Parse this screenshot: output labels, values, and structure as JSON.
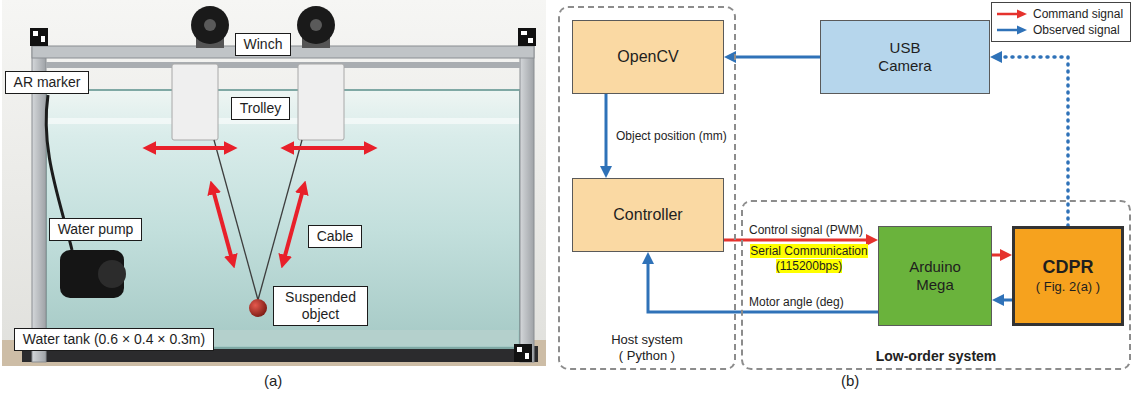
{
  "diagram": {
    "nodes": [
      {
        "text": [
          "Winch"
        ]
      },
      {
        "text": [
          "AR marker"
        ]
      },
      {
        "text": [
          "Trolley"
        ]
      },
      {
        "text": [
          "Water pump"
        ]
      },
      {
        "text": [
          "Cable"
        ]
      },
      {
        "text": [
          "Suspended object"
        ]
      },
      {
        "text": [
          "Water tank (0.6 × 0.4 × 0.3m)"
        ]
      },
      {
        "text": [
          "Host system ( Python )"
        ]
      },
      {
        "text": [
          "OpenCV"
        ],
        "in": 7
      },
      {
        "text": [
          "Controller"
        ],
        "in": 7
      },
      {
        "text": [
          "USB Camera"
        ]
      },
      {
        "text": [
          "Low-order system"
        ]
      },
      {
        "text": [
          "Arduino Mega"
        ],
        "in": 11
      },
      {
        "text": [
          "CDPR",
          "( Fig. 2(a) )"
        ],
        "in": 11
      }
    ],
    "edges": [
      {
        "from": 10,
        "to": 8,
        "arrow": "to"
      },
      {
        "from": 8,
        "to": 9,
        "label": "Object position (mm)",
        "arrow": "to"
      },
      {
        "from": 9,
        "to": 12,
        "label": "Control signal (PWM)",
        "arrow": "to"
      },
      {
        "from": 12,
        "to": 13,
        "arrow": "to"
      },
      {
        "from": 13,
        "to": 12,
        "arrow": "to"
      },
      {
        "from": 12,
        "to": 9,
        "label": "Motor angle (deg)",
        "arrow": "to"
      },
      {
        "from": 13,
        "to": 10,
        "arrow": "to"
      }
    ],
    "labels": [
      "Serial Communication (115200bps)",
      "(a)",
      "(b)"
    ],
    "legend": [
      {
        "text": "Command signal"
      },
      {
        "text": "Observed signal"
      }
    ]
  }
}
